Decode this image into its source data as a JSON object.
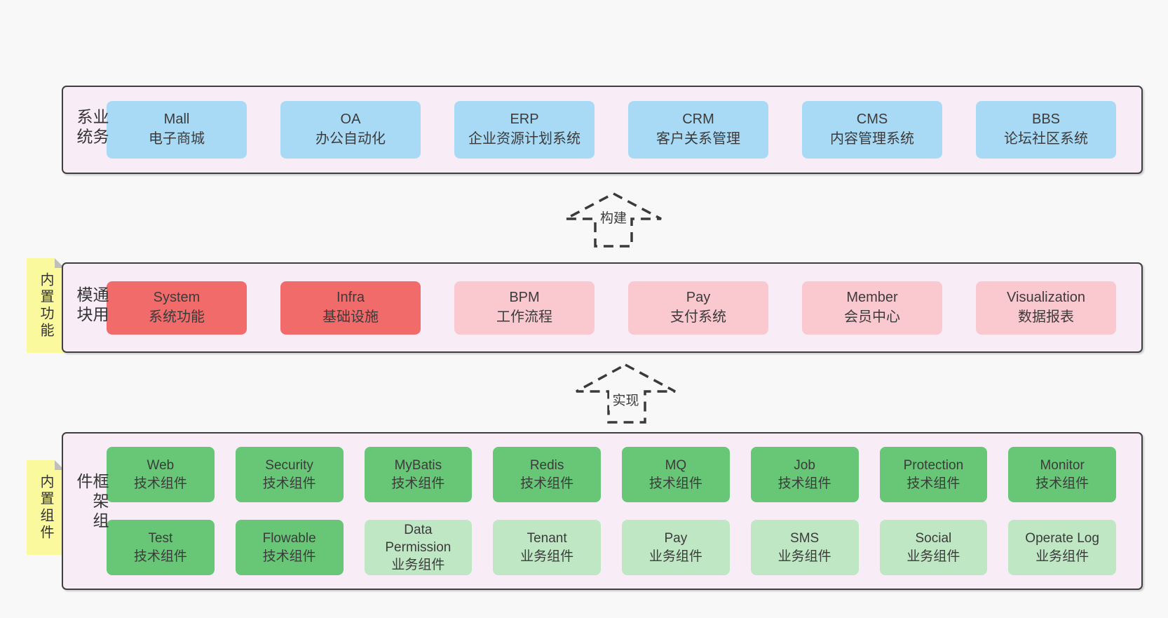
{
  "colors": {
    "page_bg": "#f8f8f8",
    "layer_bg": "#f8edf6",
    "layer_border": "#3f3f3f",
    "blue_box": "#a9daf5",
    "red_box": "#f16b6b",
    "pink_box": "#fac8cf",
    "dark_green_box": "#68c677",
    "light_green_box": "#bfe7c4",
    "sticky_bg": "#fbf99e",
    "text": "#3b3b3b"
  },
  "arrows": [
    {
      "label": "构建"
    },
    {
      "label": "实现"
    }
  ],
  "layers": {
    "business": {
      "label": "业务系统",
      "boxes": [
        {
          "name": "Mall",
          "desc": "电子商城",
          "variant": "blue"
        },
        {
          "name": "OA",
          "desc": "办公自动化",
          "variant": "blue"
        },
        {
          "name": "ERP",
          "desc": "企业资源计划系统",
          "variant": "blue"
        },
        {
          "name": "CRM",
          "desc": "客户关系管理",
          "variant": "blue"
        },
        {
          "name": "CMS",
          "desc": "内容管理系统",
          "variant": "blue"
        },
        {
          "name": "BBS",
          "desc": "论坛社区系统",
          "variant": "blue"
        }
      ]
    },
    "modules": {
      "label": "通用模块",
      "sticky": "内置功能",
      "boxes": [
        {
          "name": "System",
          "desc": "系统功能",
          "variant": "red"
        },
        {
          "name": "Infra",
          "desc": "基础设施",
          "variant": "red"
        },
        {
          "name": "BPM",
          "desc": "工作流程",
          "variant": "pink"
        },
        {
          "name": "Pay",
          "desc": "支付系统",
          "variant": "pink"
        },
        {
          "name": "Member",
          "desc": "会员中心",
          "variant": "pink"
        },
        {
          "name": "Visualization",
          "desc": "数据报表",
          "variant": "pink"
        }
      ]
    },
    "components": {
      "label": "框架组件",
      "sticky": "内置组件",
      "row1": [
        {
          "name": "Web",
          "desc": "技术组件",
          "variant": "dark-green"
        },
        {
          "name": "Security",
          "desc": "技术组件",
          "variant": "dark-green"
        },
        {
          "name": "MyBatis",
          "desc": "技术组件",
          "variant": "dark-green"
        },
        {
          "name": "Redis",
          "desc": "技术组件",
          "variant": "dark-green"
        },
        {
          "name": "MQ",
          "desc": "技术组件",
          "variant": "dark-green"
        },
        {
          "name": "Job",
          "desc": "技术组件",
          "variant": "dark-green"
        },
        {
          "name": "Protection",
          "desc": "技术组件",
          "variant": "dark-green"
        },
        {
          "name": "Monitor",
          "desc": "技术组件",
          "variant": "dark-green"
        }
      ],
      "row2": [
        {
          "name": "Test",
          "desc": "技术组件",
          "variant": "dark-green"
        },
        {
          "name": "Flowable",
          "desc": "技术组件",
          "variant": "dark-green"
        },
        {
          "name": "Data Permission",
          "desc": "业务组件",
          "variant": "light-green"
        },
        {
          "name": "Tenant",
          "desc": "业务组件",
          "variant": "light-green"
        },
        {
          "name": "Pay",
          "desc": "业务组件",
          "variant": "light-green"
        },
        {
          "name": "SMS",
          "desc": "业务组件",
          "variant": "light-green"
        },
        {
          "name": "Social",
          "desc": "业务组件",
          "variant": "light-green"
        },
        {
          "name": "Operate Log",
          "desc": "业务组件",
          "variant": "light-green"
        }
      ]
    }
  }
}
